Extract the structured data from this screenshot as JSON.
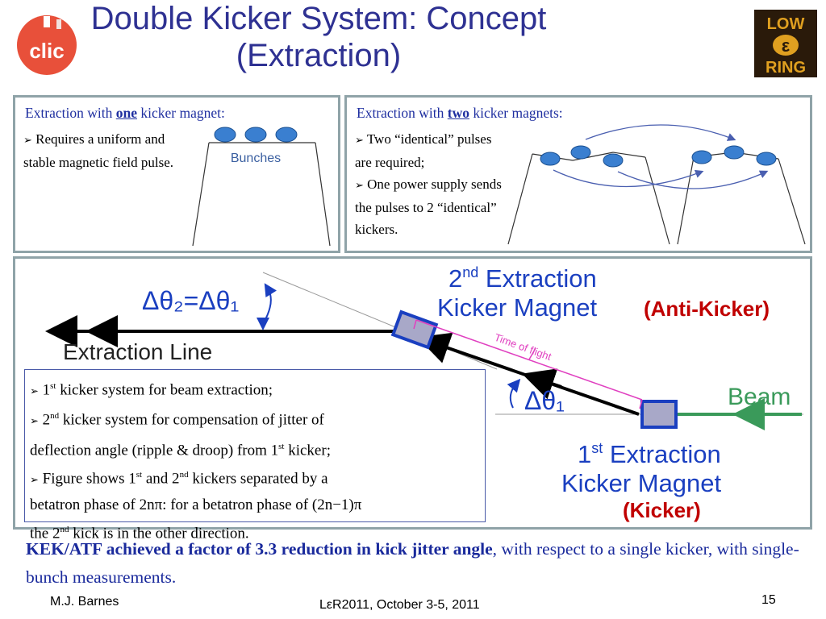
{
  "title_line1": "Double Kicker System: Concept",
  "title_line2": "(Extraction)",
  "logo_left_text": "clic",
  "logo_right_text": [
    "LOW",
    "ε",
    "RING"
  ],
  "panel_one": {
    "heading_prefix": "Extraction with ",
    "heading_bold": "one",
    "heading_suffix": " kicker magnet:",
    "bullet": "Requires a uniform and stable magnetic field pulse.",
    "bunches_label": "Bunches"
  },
  "panel_two": {
    "heading_prefix": "Extraction with ",
    "heading_bold": "two",
    "heading_suffix": " kicker magnets:",
    "bullet1": "Two “identical” pulses are required;",
    "bullet2": "One power supply sends the pulses to 2 “identical” kickers."
  },
  "diagram": {
    "delta2": "Δθ₂=Δθ₁",
    "delta1": "Δθ₁",
    "extraction_line": "Extraction Line",
    "second_kicker_l1": "2",
    "second_kicker_sup": "nd",
    "second_kicker_l1b": " Extraction",
    "second_kicker_l2": "Kicker  Magnet",
    "anti_kicker": "(Anti-Kicker)",
    "time_of_flight": "Time of flight",
    "beam": "Beam",
    "first_kicker_l1": "1",
    "first_kicker_sup": "st",
    "first_kicker_l1b": " Extraction",
    "first_kicker_l2": "Kicker  Magnet",
    "kicker": "(Kicker)"
  },
  "bullets": {
    "b1_a": "1",
    "b1_sup": "st",
    "b1_b": " kicker system for beam extraction;",
    "b2_a": "2",
    "b2_sup": "nd",
    "b2_b": " kicker system for compensation of jitter of",
    "b2_c": "deflection angle (ripple & droop) from 1",
    "b2_sup2": "st",
    "b2_d": " kicker;",
    "b3_a": "Figure shows 1",
    "b3_sup": "st",
    "b3_b": " and 2",
    "b3_sup2": "nd",
    "b3_c": " kickers separated by a",
    "b3_d": "betatron phase of 2nπ: for a betatron phase of (2n−1)π",
    "b3_e": "the 2",
    "b3_sup3": "nd",
    "b3_f": " kick is in the other direction."
  },
  "conclusion_bold": "KEK/ATF achieved a factor of 3.3 reduction in kick jitter angle",
  "conclusion_rest": ", with respect to a single kicker, with single-bunch measurements.",
  "footer_author": "M.J. Barnes",
  "footer_event": "LεR2011, October 3-5, 2011",
  "footer_page": "15",
  "colors": {
    "title": "#2e3192",
    "accent_blue": "#1f2fa0",
    "beam_green": "#3a9a5a",
    "bunch": "#3a7fd0",
    "magenta": "#e040c0"
  }
}
